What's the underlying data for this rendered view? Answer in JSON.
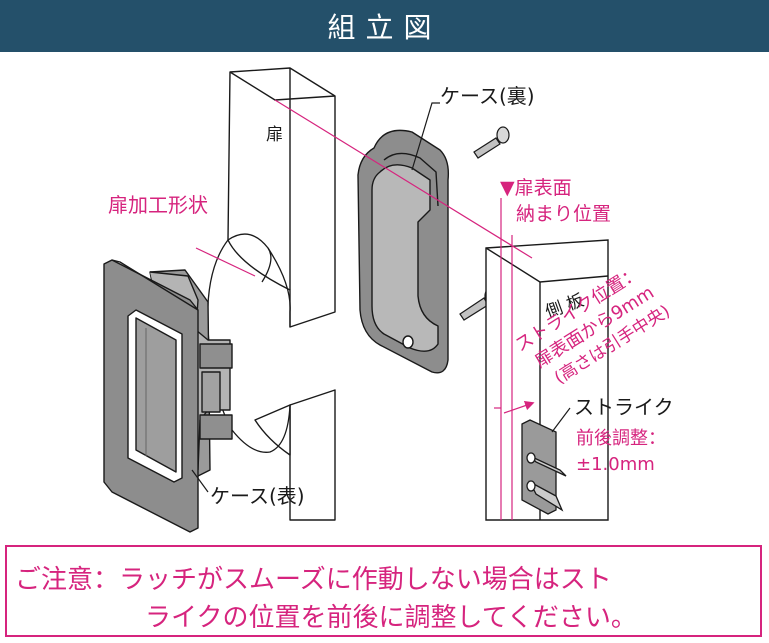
{
  "header": {
    "title": "組立図"
  },
  "labels": {
    "door": "扉",
    "door_shape": "扉加工形状",
    "case_back": "ケース(裏)",
    "case_front": "ケース(表)",
    "door_surface_line1": "▼扉表面",
    "door_surface_line2": "納まり位置",
    "side_panel": "側 板",
    "strike_pos_line1": "ストライク位置：",
    "strike_pos_line2": "扉表面から9mm",
    "strike_pos_line3": "(高さは引手中央)",
    "strike": "ストライク",
    "adjust_line1": "前後調整：",
    "adjust_line2": "±1.0mm"
  },
  "notice": {
    "line1": "ご注意：ラッチがスムーズに作動しない場合はスト",
    "line2": "ライクの位置を前後に調整してください。"
  },
  "colors": {
    "header_bg": "#24506a",
    "accent": "#d6247e",
    "part_fill": "#8d8d8d",
    "outline": "#1a1a1a"
  }
}
